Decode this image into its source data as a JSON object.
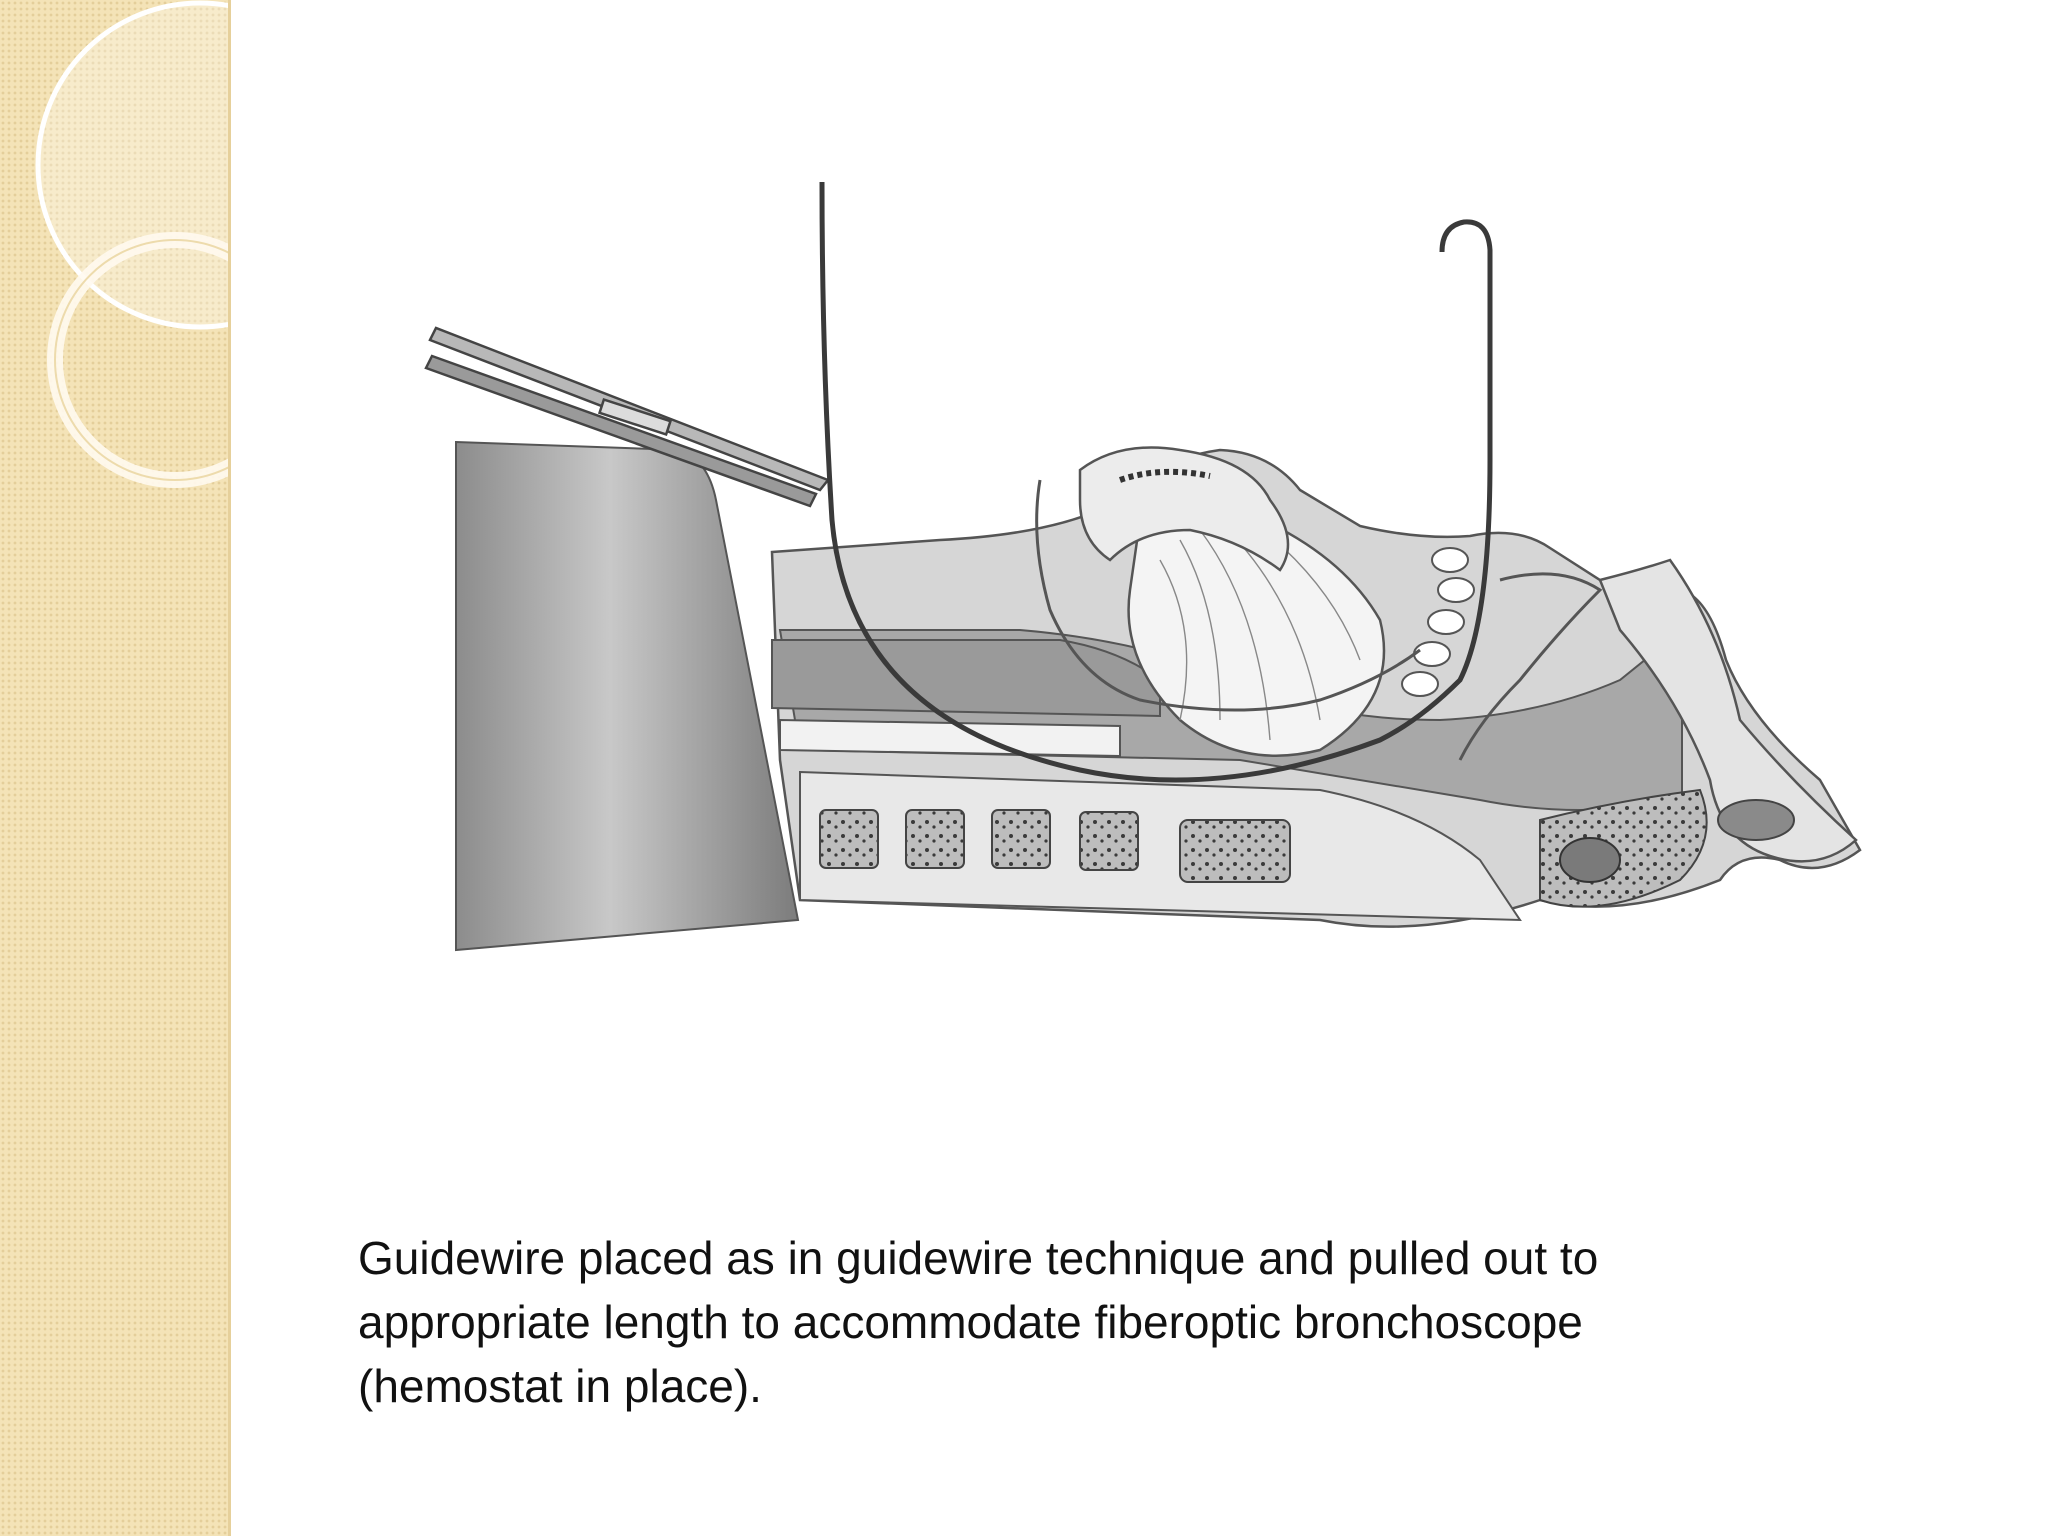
{
  "slide": {
    "caption_lines": [
      "Guidewire placed as in guidewire technique and pulled out to",
      "appropriate length to accommodate fiberoptic bronchoscope",
      "(hemostat in place)."
    ]
  },
  "theme": {
    "panel_color": "#f4e3b7",
    "ring_color": "#ffffff",
    "illustration_gray": "#a0a0a0",
    "wire_color": "#3a3a3a"
  }
}
